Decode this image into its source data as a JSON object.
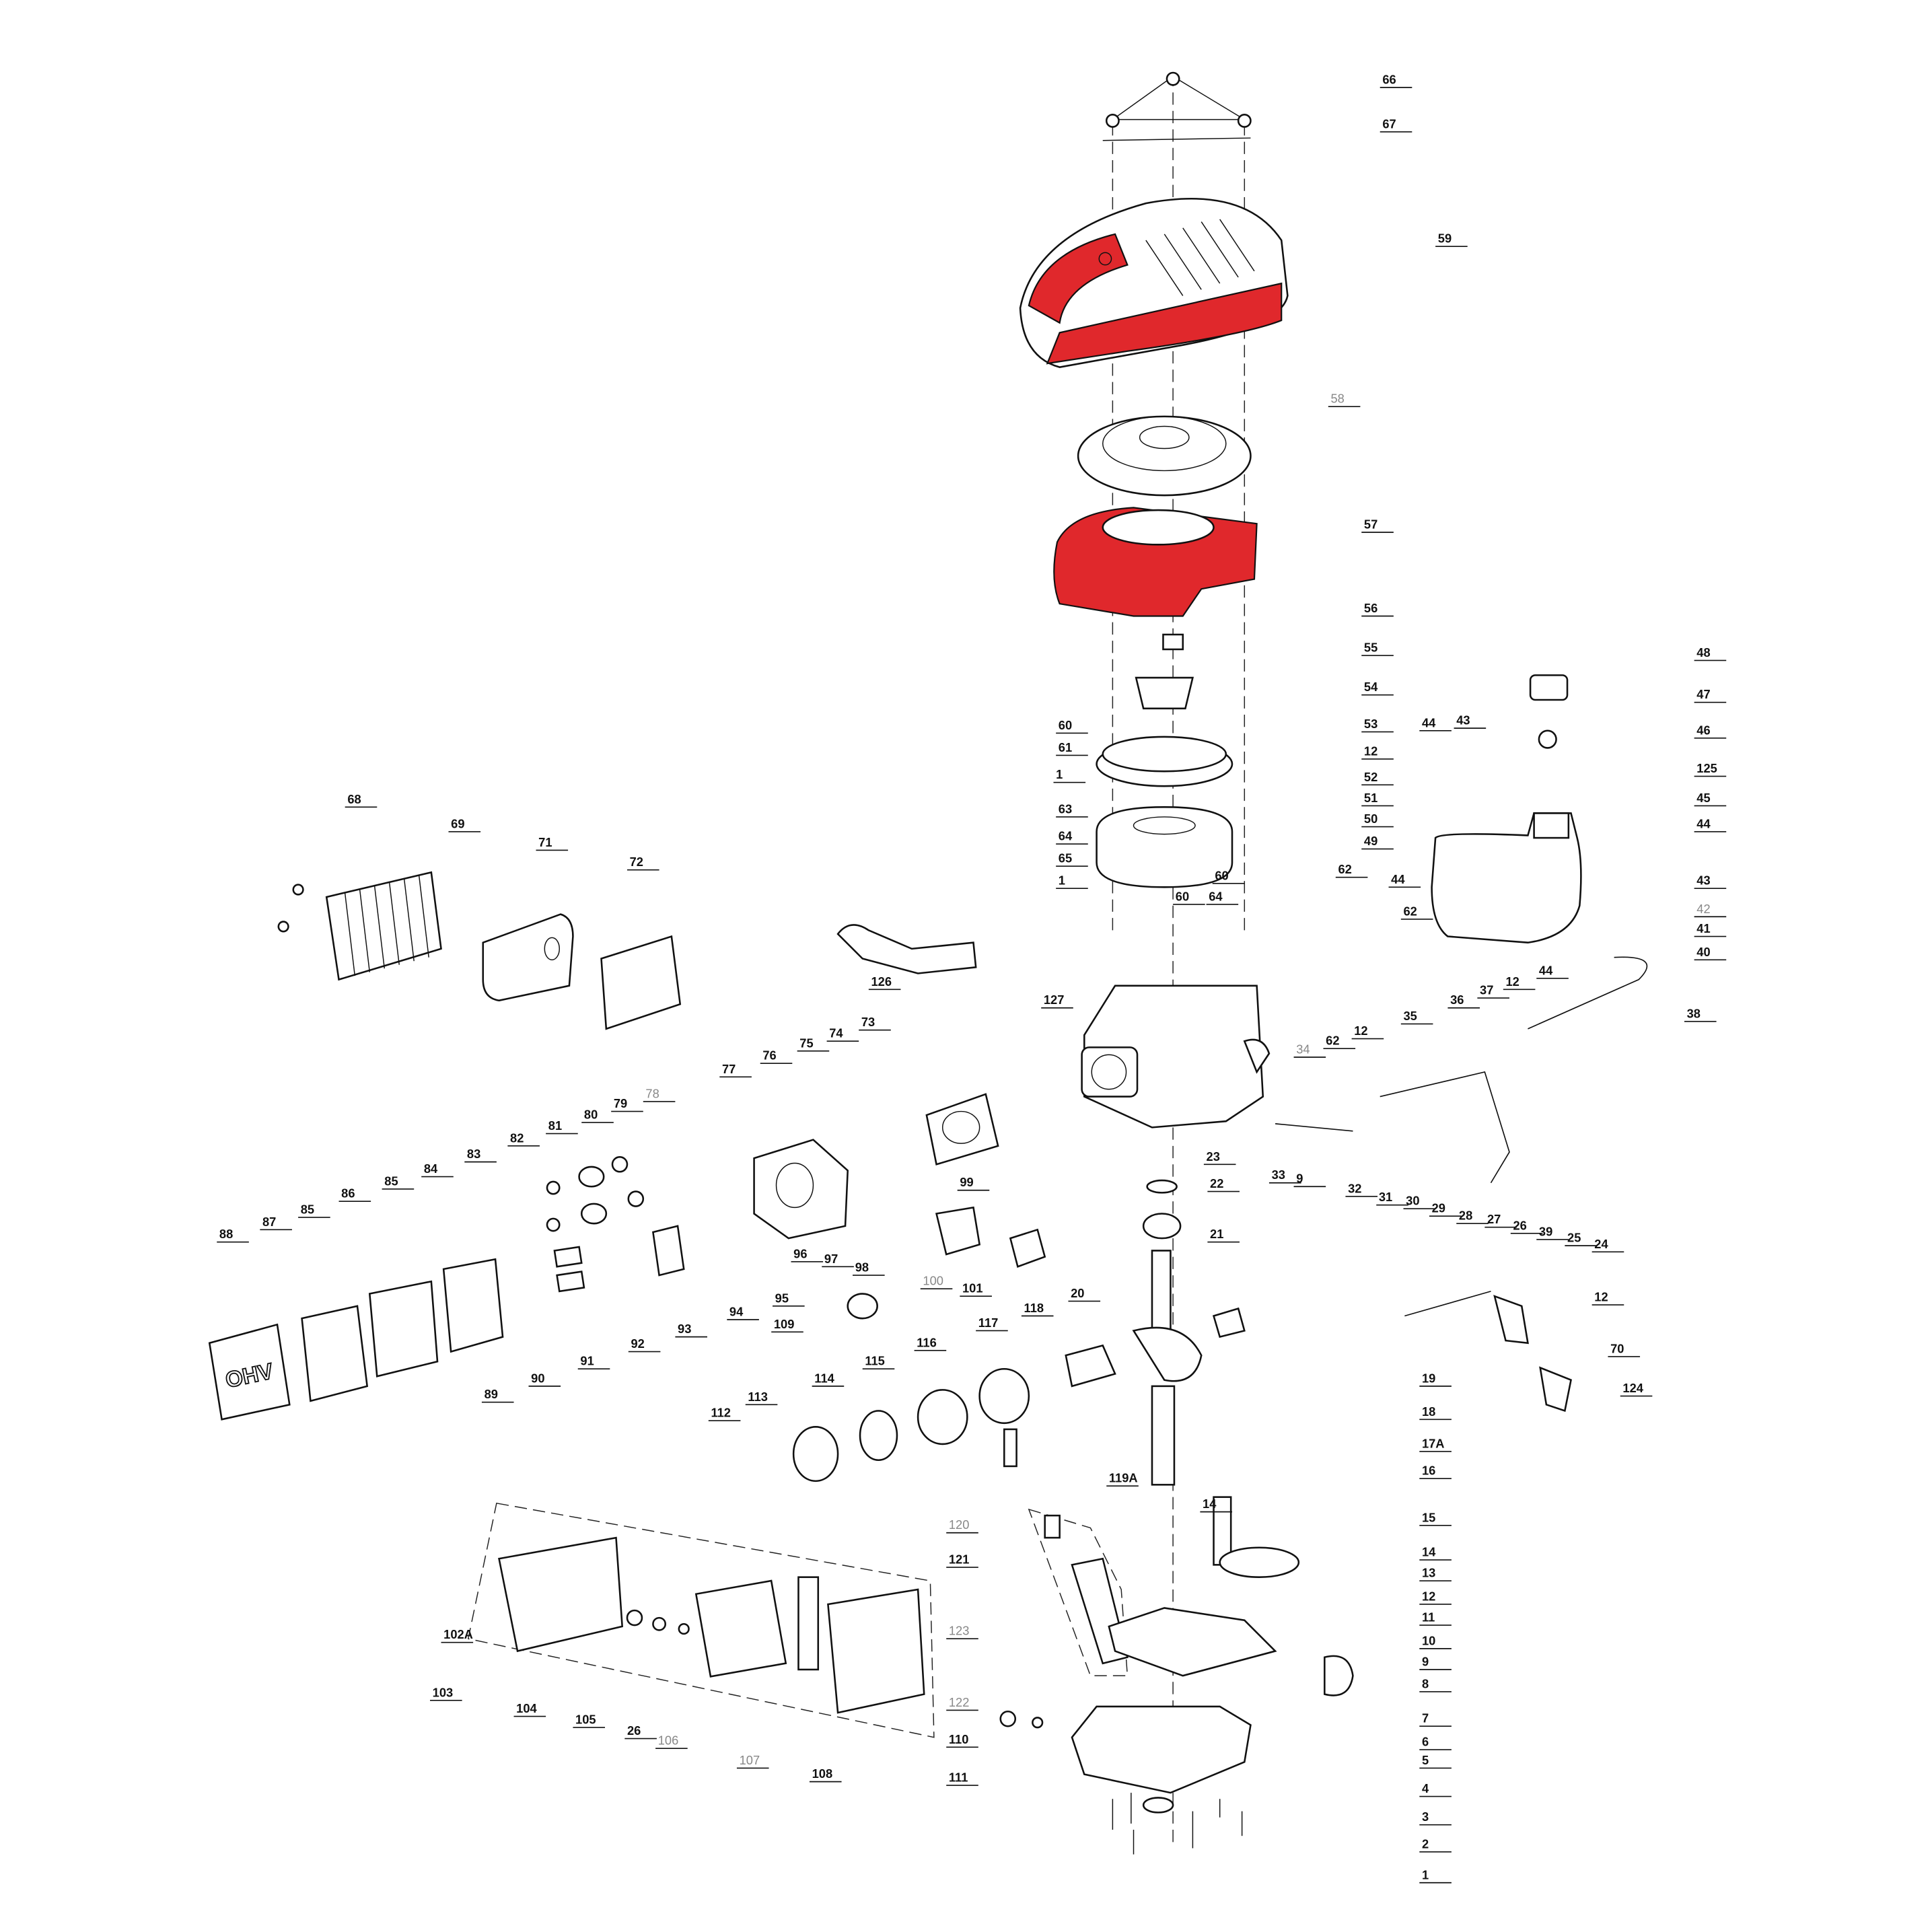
{
  "diagram": {
    "type": "exploded-parts-diagram",
    "accent_color": "#e0282c",
    "emblem_text": "OHV",
    "labels": [
      "66",
      "67",
      "59",
      "58",
      "57",
      "56",
      "55",
      "54",
      "53",
      "12",
      "52",
      "51",
      "50",
      "49",
      "48",
      "47",
      "46",
      "125",
      "45",
      "44",
      "43",
      "42",
      "41",
      "40",
      "38",
      "44",
      "43",
      "44",
      "62",
      "62",
      "36",
      "37",
      "12",
      "44",
      "35",
      "12",
      "62",
      "34",
      "60",
      "61",
      "1",
      "63",
      "64",
      "65",
      "1",
      "60",
      "60",
      "64",
      "126",
      "127",
      "68",
      "69",
      "71",
      "72",
      "77",
      "76",
      "75",
      "74",
      "73",
      "78",
      "79",
      "80",
      "81",
      "82",
      "83",
      "84",
      "85",
      "86",
      "85",
      "87",
      "88",
      "99",
      "96",
      "97",
      "98",
      "100",
      "101",
      "95",
      "109",
      "94",
      "93",
      "92",
      "91",
      "90",
      "89",
      "23",
      "22",
      "21",
      "33",
      "9",
      "32",
      "31",
      "30",
      "29",
      "28",
      "27",
      "26",
      "39",
      "25",
      "24",
      "20",
      "118",
      "117",
      "116",
      "115",
      "114",
      "113",
      "112",
      "12",
      "70",
      "124",
      "19",
      "18",
      "17A",
      "16",
      "119A",
      "120",
      "121",
      "123",
      "122",
      "14",
      "15",
      "14",
      "13",
      "12",
      "11",
      "10",
      "9",
      "8",
      "7",
      "6",
      "5",
      "4",
      "3",
      "2",
      "1",
      "110",
      "111",
      "102A",
      "103",
      "104",
      "105",
      "26",
      "106",
      "107",
      "108"
    ]
  }
}
